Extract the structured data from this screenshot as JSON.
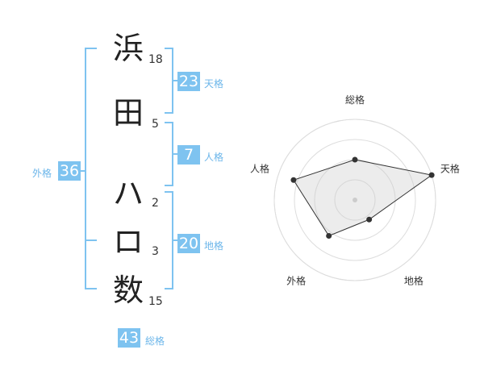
{
  "name": {
    "chars": [
      {
        "char": "浜",
        "strokes": "18"
      },
      {
        "char": "田",
        "strokes": "5"
      },
      {
        "char": "ハ",
        "strokes": "2"
      },
      {
        "char": "ロ",
        "strokes": "3"
      },
      {
        "char": "数",
        "strokes": "15"
      }
    ]
  },
  "kakusu": {
    "tenkaku": {
      "value": "23",
      "label": "天格"
    },
    "jinkaku": {
      "value": "7",
      "label": "人格"
    },
    "chikaku": {
      "value": "20",
      "label": "地格"
    },
    "gaikaku": {
      "value": "36",
      "label": "外格"
    },
    "soukaku": {
      "value": "43",
      "label": "総格"
    }
  },
  "colors": {
    "accent": "#7ec3f0",
    "bracket": "#7ec3f0"
  },
  "chart_data": {
    "type": "radar",
    "axes": [
      "総格",
      "天格",
      "地格",
      "外格",
      "人格"
    ],
    "values": [
      0.5,
      1.0,
      0.3,
      0.55,
      0.8
    ],
    "max": 1.0,
    "rings": 4,
    "grid": true
  }
}
